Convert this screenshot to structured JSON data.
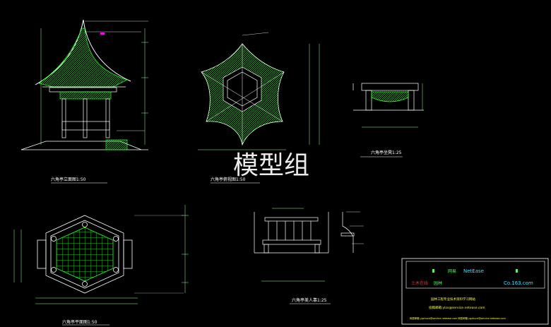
{
  "watermark": "模型组",
  "views": {
    "elevation_label": "六角亭立面图1:50",
    "roof_plan_label": "六角亭俯视图1:50",
    "bench_section_label": "六角亭坐凳1:25",
    "floor_plan_label": "六角亭平面图1:50",
    "railing_label": "六角亭美人靠1:25"
  },
  "title_block": {
    "brand_cn": "网易",
    "brand_en": "NetEase",
    "domain": "Co.163.com",
    "left_red": "土木在线",
    "left_green": "园林",
    "line1": "园林工程专业技术资料学习网站",
    "line2": "投稿邮箱:ylzx@service.netease.com",
    "line3": "网易邮箱 ygzhuce@service.netease.com   网易邮箱 ygzhuce@service.netease.com"
  },
  "colors": {
    "background": "#000000",
    "line": "#ffffff",
    "hatch": "#33ff33",
    "dimension": "#9fff9f",
    "accent": "#ff00ff"
  }
}
